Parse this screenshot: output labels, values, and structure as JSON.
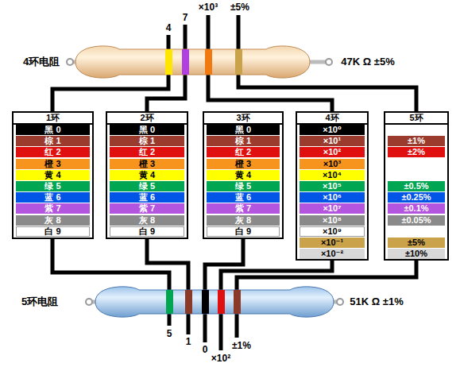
{
  "diagram": {
    "nodes": [
      {
        "text": [
          "1环"
        ]
      },
      {
        "text": [
          "黑 0"
        ],
        "in": 0
      },
      {
        "text": [
          "棕 1"
        ],
        "in": 0
      },
      {
        "text": [
          "红 2"
        ],
        "in": 0
      },
      {
        "text": [
          "橙 3"
        ],
        "in": 0
      },
      {
        "text": [
          "黄 4"
        ],
        "in": 0
      },
      {
        "text": [
          "绿 5"
        ],
        "in": 0
      },
      {
        "text": [
          "蓝 6"
        ],
        "in": 0
      },
      {
        "text": [
          "紫 7"
        ],
        "in": 0
      },
      {
        "text": [
          "灰 8"
        ],
        "in": 0
      },
      {
        "text": [
          "白 9"
        ],
        "in": 0
      },
      {
        "text": [
          "2环"
        ]
      },
      {
        "text": [
          "黑 0"
        ],
        "in": 11
      },
      {
        "text": [
          "棕 1"
        ],
        "in": 11
      },
      {
        "text": [
          "红 2"
        ],
        "in": 11
      },
      {
        "text": [
          "橙 3"
        ],
        "in": 11
      },
      {
        "text": [
          "黄 4"
        ],
        "in": 11
      },
      {
        "text": [
          "绿 5"
        ],
        "in": 11
      },
      {
        "text": [
          "蓝 6"
        ],
        "in": 11
      },
      {
        "text": [
          "紫 7"
        ],
        "in": 11
      },
      {
        "text": [
          "灰 8"
        ],
        "in": 11
      },
      {
        "text": [
          "白 9"
        ],
        "in": 11
      },
      {
        "text": [
          "3环"
        ]
      },
      {
        "text": [
          "黑 0"
        ],
        "in": 22
      },
      {
        "text": [
          "棕 1"
        ],
        "in": 22
      },
      {
        "text": [
          "红 2"
        ],
        "in": 22
      },
      {
        "text": [
          "橙 3"
        ],
        "in": 22
      },
      {
        "text": [
          "黄 4"
        ],
        "in": 22
      },
      {
        "text": [
          "绿 5"
        ],
        "in": 22
      },
      {
        "text": [
          "蓝 6"
        ],
        "in": 22
      },
      {
        "text": [
          "紫 7"
        ],
        "in": 22
      },
      {
        "text": [
          "灰 8"
        ],
        "in": 22
      },
      {
        "text": [
          "白 9"
        ],
        "in": 22
      },
      {
        "text": [
          "4环"
        ]
      },
      {
        "text": [
          "×10⁰"
        ],
        "in": 33
      },
      {
        "text": [
          "×10¹"
        ],
        "in": 33
      },
      {
        "text": [
          "×10²"
        ],
        "in": 33
      },
      {
        "text": [
          "×10³"
        ],
        "in": 33
      },
      {
        "text": [
          "×10⁴"
        ],
        "in": 33
      },
      {
        "text": [
          "×10⁵"
        ],
        "in": 33
      },
      {
        "text": [
          "×10⁶"
        ],
        "in": 33
      },
      {
        "text": [
          "×10⁷"
        ],
        "in": 33
      },
      {
        "text": [
          "×10⁸"
        ],
        "in": 33
      },
      {
        "text": [
          "×10⁹"
        ],
        "in": 33
      },
      {
        "text": [
          "×10⁻¹"
        ],
        "in": 33
      },
      {
        "text": [
          "×10⁻²"
        ],
        "in": 33
      },
      {
        "text": [
          "5环"
        ]
      },
      {
        "text": [
          "±1%"
        ],
        "in": 46
      },
      {
        "text": [
          "±2%"
        ],
        "in": 46
      },
      {
        "text": [
          "±0.5%"
        ],
        "in": 46
      },
      {
        "text": [
          "±0.25%"
        ],
        "in": 46
      },
      {
        "text": [
          "±0.1%"
        ],
        "in": 46
      },
      {
        "text": [
          "±0.05%"
        ],
        "in": 46
      },
      {
        "text": [
          "±5%"
        ],
        "in": 46
      },
      {
        "text": [
          "±10%"
        ],
        "in": 46
      }
    ],
    "labels": [
      "4",
      "7",
      "×10³",
      "±5%",
      "4环电阻",
      "47K Ω ±5%",
      "5环电阻",
      "51K Ω ±1%",
      "5",
      "1",
      "0",
      "×10²",
      "±1%"
    ]
  }
}
